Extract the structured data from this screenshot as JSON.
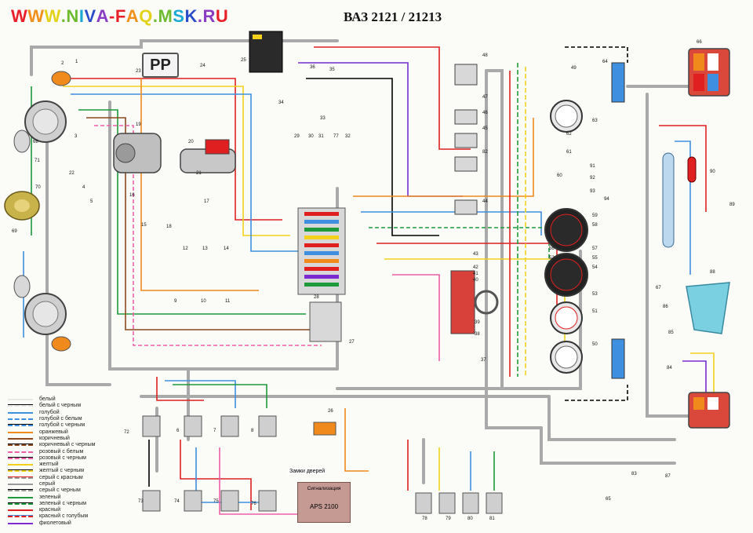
{
  "site": {
    "title": "WWW.NIVA-FAQ.MSK.RU",
    "title_letter_colors": [
      "#e8202a",
      "#f2901c",
      "#e3d21a",
      "#6dbb2f",
      "#1aa8d4",
      "#2a4ec9",
      "#8a3cc4"
    ]
  },
  "diagram": {
    "title": "ВАЗ 2121 / 21213",
    "relay_label": "PP",
    "alarm": {
      "title": "Сигнализация",
      "model": "APS 2100"
    },
    "door_locks_label": "Замки дверей",
    "component_numbers": [
      "1",
      "2",
      "3",
      "4",
      "5",
      "6",
      "7",
      "8",
      "9",
      "10",
      "11",
      "12",
      "13",
      "14",
      "15",
      "16",
      "17",
      "18",
      "19",
      "20",
      "21",
      "22",
      "23",
      "24",
      "25",
      "26",
      "27",
      "28",
      "29",
      "30",
      "31",
      "32",
      "33",
      "34",
      "35",
      "36",
      "37",
      "38",
      "39",
      "40",
      "41",
      "42",
      "43",
      "44",
      "45",
      "46",
      "47",
      "48",
      "49",
      "50",
      "51",
      "52",
      "53",
      "54",
      "55",
      "56",
      "57",
      "58",
      "59",
      "60",
      "61",
      "62",
      "63",
      "64",
      "65",
      "66",
      "67",
      "68",
      "69",
      "70",
      "71",
      "72",
      "73",
      "74",
      "75",
      "76",
      "77",
      "78",
      "79",
      "80",
      "81",
      "82",
      "83",
      "84",
      "85",
      "86",
      "87",
      "88",
      "89",
      "90",
      "91",
      "92",
      "93",
      "94"
    ]
  },
  "legend": [
    {
      "label": "белый",
      "color": "#e8e8e8",
      "stripe": ""
    },
    {
      "label": "белый с черным",
      "color": "#e8e8e8",
      "stripe": "#000000"
    },
    {
      "label": "голубой",
      "color": "#3f8fe0",
      "stripe": ""
    },
    {
      "label": "голубой с белым",
      "color": "#3f8fe0",
      "stripe": "#ffffff"
    },
    {
      "label": "голубой с черным",
      "color": "#3f8fe0",
      "stripe": "#000000"
    },
    {
      "label": "оранжевый",
      "color": "#f08a1c",
      "stripe": ""
    },
    {
      "label": "коричневый",
      "color": "#8a4a1e",
      "stripe": ""
    },
    {
      "label": "коричневый с черным",
      "color": "#8a4a1e",
      "stripe": "#000000"
    },
    {
      "label": "розовый с белым",
      "color": "#ee5fa8",
      "stripe": "#ffffff"
    },
    {
      "label": "розовый с черным",
      "color": "#ee5fa8",
      "stripe": "#000000"
    },
    {
      "label": "желтый",
      "color": "#f2d21c",
      "stripe": ""
    },
    {
      "label": "желтый с черным",
      "color": "#f2d21c",
      "stripe": "#000000"
    },
    {
      "label": "серый с красным",
      "color": "#9a9a9a",
      "stripe": "#e02020"
    },
    {
      "label": "серый",
      "color": "#9a9a9a",
      "stripe": ""
    },
    {
      "label": "серый с черным",
      "color": "#9a9a9a",
      "stripe": "#000000"
    },
    {
      "label": "зеленый",
      "color": "#1e9a3a",
      "stripe": ""
    },
    {
      "label": "зеленый с черным",
      "color": "#1e9a3a",
      "stripe": "#000000"
    },
    {
      "label": "красный",
      "color": "#e02020",
      "stripe": ""
    },
    {
      "label": "красный с голубым",
      "color": "#e02020",
      "stripe": "#3f8fe0"
    },
    {
      "label": "фиолетовый",
      "color": "#7a2ad0",
      "stripe": ""
    }
  ]
}
